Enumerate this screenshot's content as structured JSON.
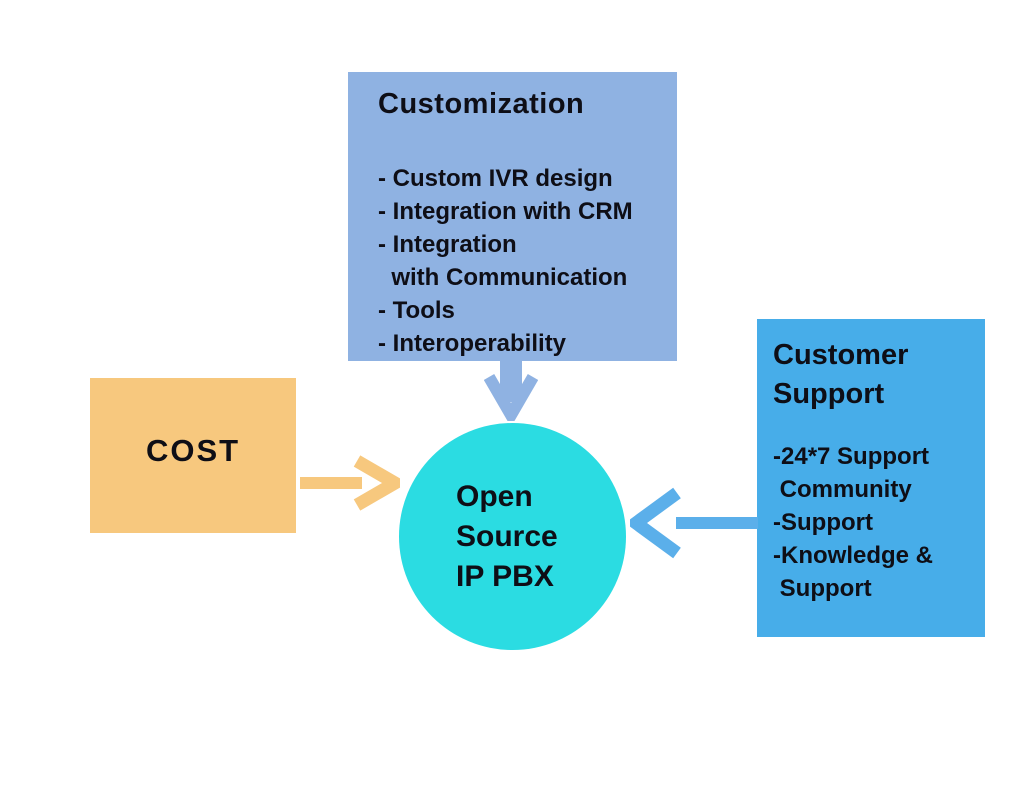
{
  "colors": {
    "background": "#ffffff",
    "customization_fill": "#8fb2e2",
    "support_fill": "#47ade9",
    "cost_fill": "#f7c87e",
    "circle_fill": "#2bdce2",
    "arrow_orange": "#f7c87e",
    "arrow_light_blue": "#8fb2e2",
    "arrow_blue": "#5bafea",
    "text": "#0e0e16"
  },
  "customization": {
    "title": "Customization",
    "items": [
      "- Custom IVR design",
      "- Integration with CRM",
      "- Integration",
      "  with Communication",
      "- Tools",
      "- Interoperability"
    ]
  },
  "support": {
    "title": "Customer Support",
    "items": [
      "-24*7 Support",
      " Community",
      "-Support",
      "-Knowledge &",
      " Support"
    ]
  },
  "cost": {
    "label": "COST"
  },
  "center": {
    "lines": [
      "Open",
      "Source",
      "IP PBX"
    ]
  }
}
